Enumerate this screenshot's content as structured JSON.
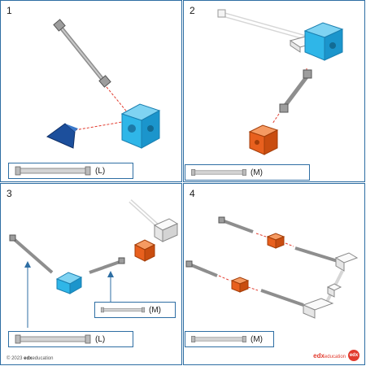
{
  "steps": [
    {
      "number": "1",
      "legend": "(L)"
    },
    {
      "number": "2",
      "legend": "(M)"
    },
    {
      "number": "3",
      "legend_main": "(L)",
      "legend_callout": "(M)"
    },
    {
      "number": "4",
      "legend": "(M)"
    }
  ],
  "footer": {
    "copyright": "© 2023 ",
    "brand": "edx",
    "brand_suffix": "education",
    "logo_brand": "edx",
    "logo_suffix": "education",
    "badge": "edx"
  },
  "colors": {
    "border": "#2e6ea3",
    "blue_block": "#2fb6e8",
    "orange_block": "#e8601e",
    "dark_blue_wedge": "#1c4f9c",
    "rod": "#9a9a9a",
    "white_connector": "#f2f2f2",
    "arrow": "#e23b2e"
  }
}
